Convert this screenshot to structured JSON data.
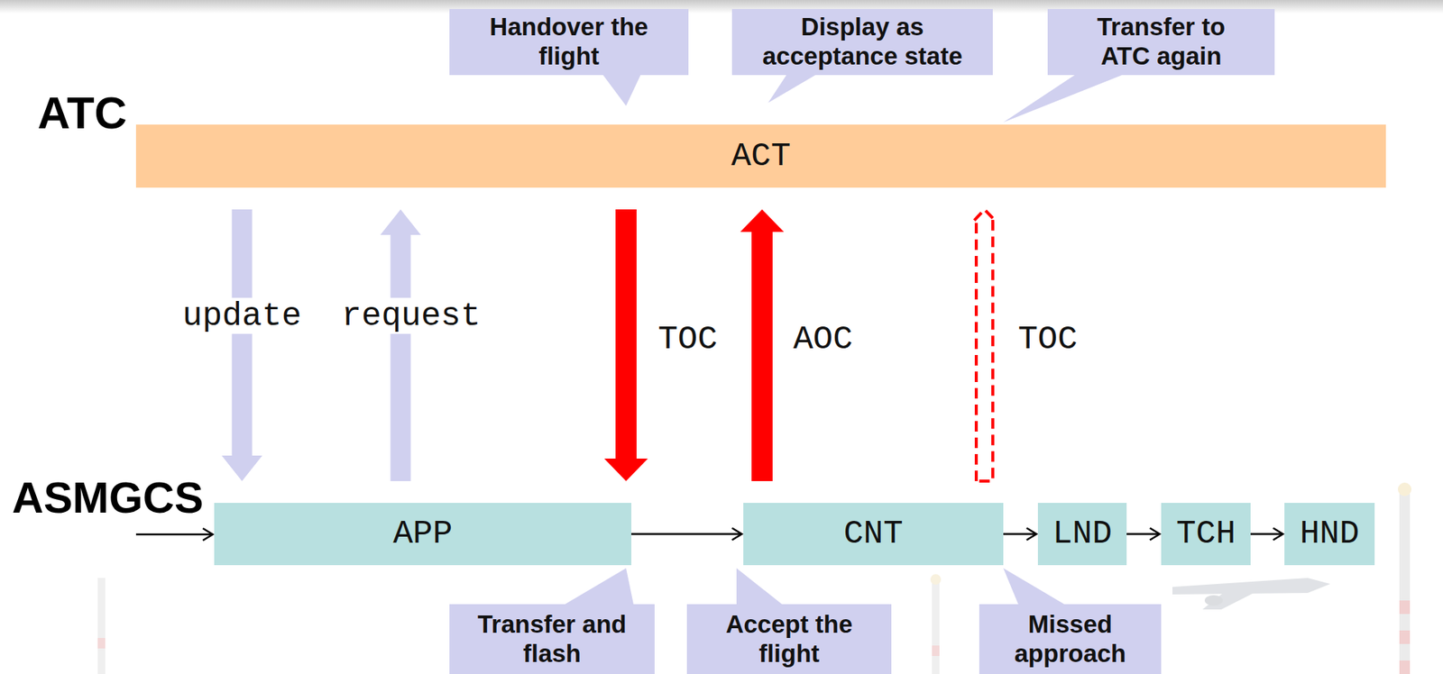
{
  "diagram": {
    "nodes": [
      {
        "text": [
          "Handover the flight"
        ]
      },
      {
        "text": [
          "Display as acceptance state"
        ]
      },
      {
        "text": [
          "Transfer to ATC again"
        ]
      },
      {
        "text": [
          "ACT"
        ]
      },
      {
        "text": [
          "APP"
        ]
      },
      {
        "text": [
          "CNT"
        ]
      },
      {
        "text": [
          "LND"
        ]
      },
      {
        "text": [
          "TCH"
        ]
      },
      {
        "text": [
          "HND"
        ]
      },
      {
        "text": [
          "Transfer and flash"
        ]
      },
      {
        "text": [
          "Accept the flight"
        ]
      },
      {
        "text": [
          "Missed approach"
        ]
      }
    ],
    "edges": [
      {
        "from": 3,
        "to": 4,
        "arrow": "to",
        "label": "update"
      },
      {
        "from": 4,
        "to": 3,
        "arrow": "to",
        "label": "request"
      },
      {
        "from": 3,
        "to": 4,
        "arrow": "to",
        "label": "TOC"
      },
      {
        "from": 5,
        "to": 3,
        "arrow": "to",
        "label": "AOC"
      },
      {
        "from": 5,
        "to": 3,
        "arrow": "to",
        "label": "TOC"
      },
      {
        "from": 4,
        "to": 5,
        "arrow": "to"
      },
      {
        "from": 5,
        "to": 6,
        "arrow": "to"
      },
      {
        "from": 6,
        "to": 7,
        "arrow": "to"
      },
      {
        "from": 7,
        "to": 8,
        "arrow": "to"
      }
    ],
    "labels": [
      "ATC",
      "ASMGCS"
    ]
  }
}
